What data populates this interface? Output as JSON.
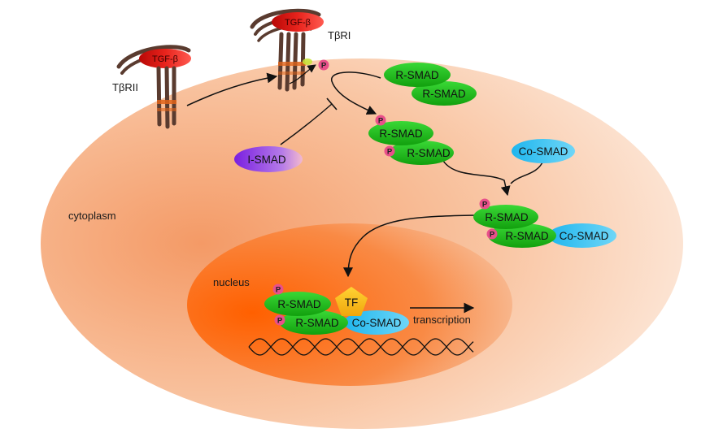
{
  "labels": {
    "cytoplasm": "cytoplasm",
    "nucleus": "nucleus",
    "transcription": "transcription",
    "tbrii": "TβRII",
    "tbri": "TβRI"
  },
  "ligand": "TGF-β",
  "proteins": {
    "rsmad": "R-SMAD",
    "cosmad": "Co-SMAD",
    "ismad": "I-SMAD",
    "tf": "TF"
  },
  "phospho": "P",
  "colors": {
    "cell": "#f6a06c",
    "nucleus": "#ff6a00",
    "rsmad": "#22c11e",
    "cosmad": "#27c1f2",
    "ismad": "#8a2be2",
    "tf": "#f4c21c",
    "phospho": "#e8508a",
    "ligand": "#d8100c",
    "receptor": "#5a3b2f"
  }
}
